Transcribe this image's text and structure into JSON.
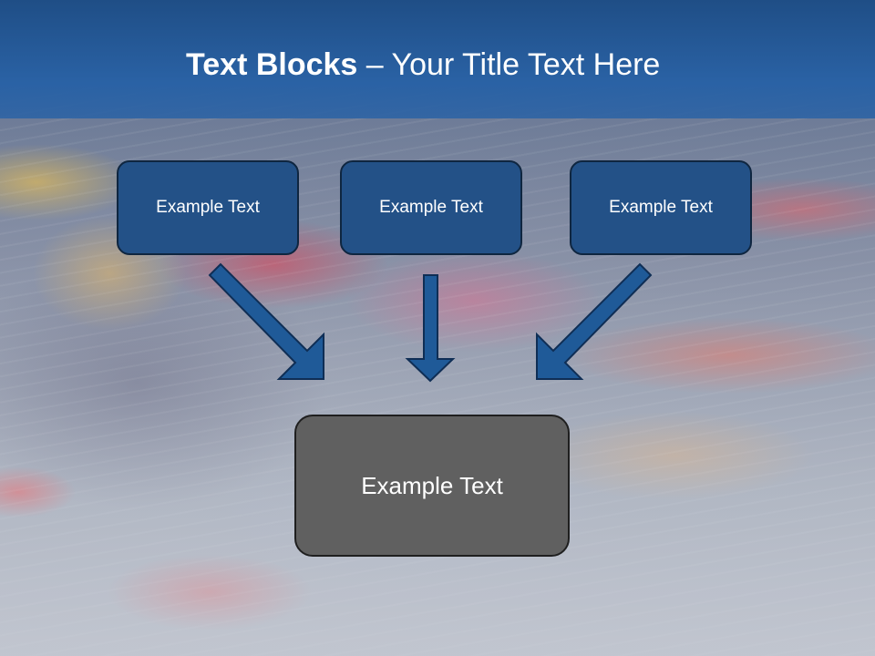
{
  "slide": {
    "title_bold": "Text Blocks",
    "title_rest": " – Your Title Text Here",
    "blocks": [
      {
        "label": "Example Text"
      },
      {
        "label": "Example Text"
      },
      {
        "label": "Example Text"
      }
    ],
    "target": {
      "label": "Example Text"
    }
  },
  "colors": {
    "title_bar": "#2a62a5",
    "block_fill": "#235187",
    "arrow_fill": "#1f5a98",
    "target_fill": "#606060"
  },
  "icons": [
    "arrow-down-right-icon",
    "arrow-down-icon",
    "arrow-down-left-icon"
  ]
}
